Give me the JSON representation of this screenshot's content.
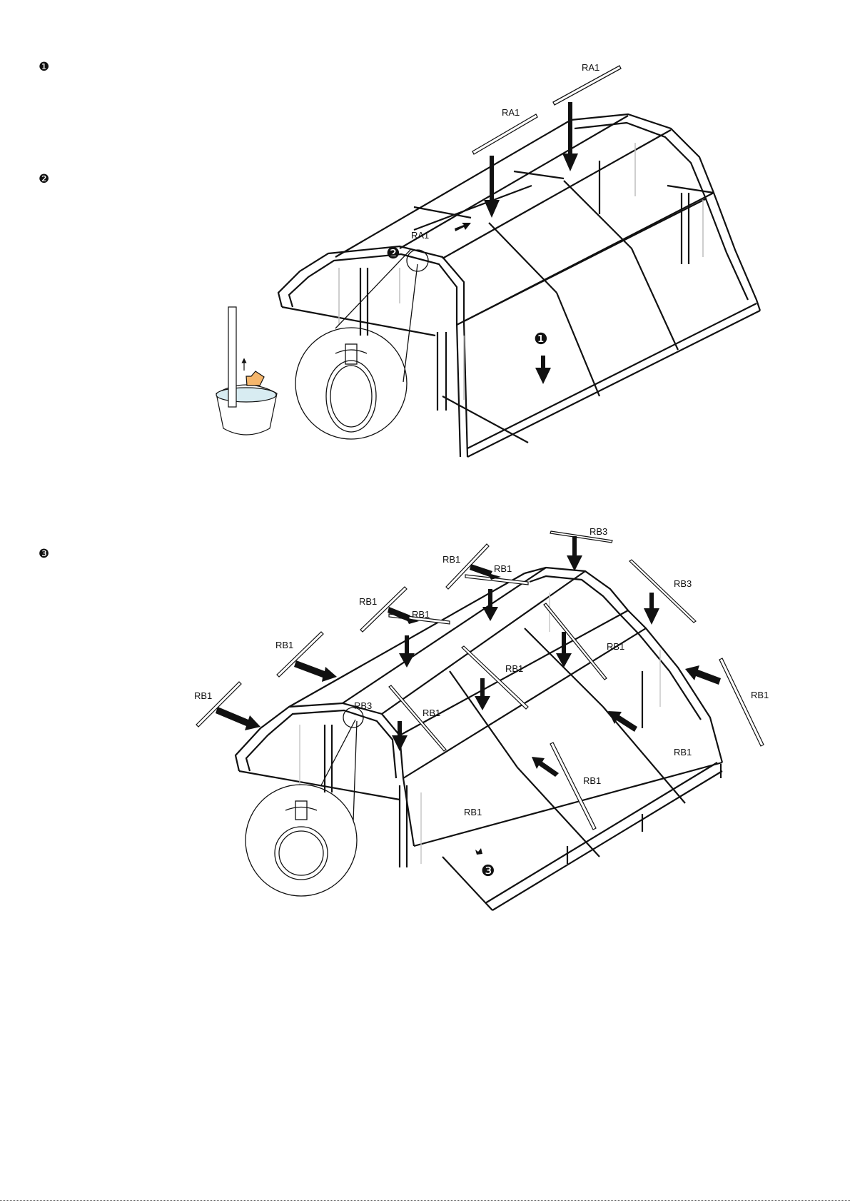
{
  "steps": [
    {
      "marker": "❶"
    },
    {
      "marker": "❷"
    },
    {
      "marker": "❸"
    }
  ],
  "figure_top": {
    "labels": [
      "RA1",
      "RA1",
      "RA1"
    ],
    "callouts": [
      "❶",
      "❷"
    ]
  },
  "figure_bottom": {
    "labels": [
      "RB3",
      "RB1",
      "RB1",
      "RB3",
      "RB1",
      "RB1",
      "RB1",
      "RB1",
      "RB1",
      "RB1",
      "RB3",
      "RB1",
      "RB1",
      "RB1",
      "RB1",
      "RB1"
    ],
    "callouts": [
      "❸"
    ]
  }
}
